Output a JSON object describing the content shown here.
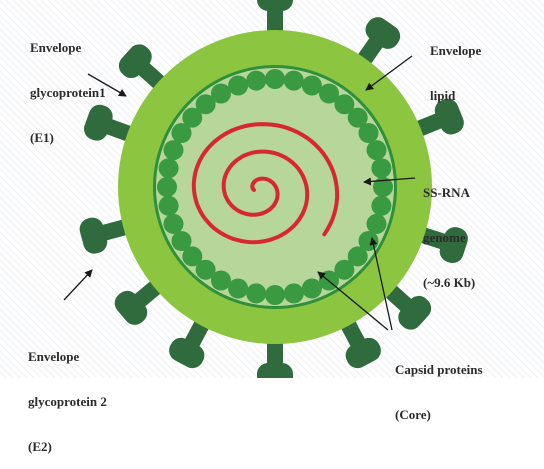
{
  "colors": {
    "background": "#ffffff",
    "background_stripes": "#eef0f3",
    "envelope": "#8cc540",
    "envelope_edge": "#7ab533",
    "inner_ring": "#2f8f3a",
    "core": "#b6d69a",
    "capsid": "#3a9a42",
    "glycoprotein": "#2f6b3c",
    "rna": "#d8282f",
    "arrow": "#1a1a1a",
    "text": "#2b2b2b"
  },
  "labels": {
    "e1": {
      "line1": "Envelope",
      "line2": "glycoprotein1",
      "line3": "(E1)"
    },
    "lipid": {
      "line1": "Envelope",
      "line2": "lipid"
    },
    "rna": {
      "line1": "SS-RNA",
      "line2": "genome",
      "line3": "(~9.6 Kb)"
    },
    "e2": {
      "line1": "Envelope",
      "line2": "glycoprotein 2",
      "line3": "(E2)"
    },
    "capsid": {
      "line1": "Capsid proteins",
      "line2": "(Core)"
    }
  }
}
